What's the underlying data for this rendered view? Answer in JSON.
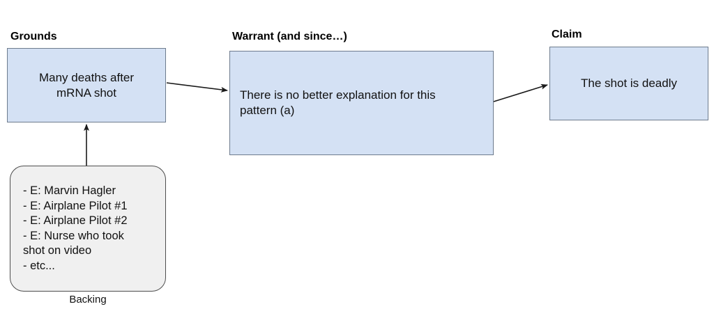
{
  "diagram": {
    "title_model": "Toulmin argument model",
    "background_color": "#ffffff",
    "node_fill_blue": "#d4e1f4",
    "node_fill_gray": "#f0f0f0",
    "node_stroke": "#6d7b8d",
    "edge_color": "#1a1a1a"
  },
  "nodes": {
    "grounds": {
      "label": "Grounds",
      "text": "Many deaths after\nmRNA shot"
    },
    "warrant": {
      "label": "Warrant (and since…)",
      "text": "There is no better explanation for this\npattern (a)"
    },
    "claim": {
      "label": "Claim",
      "text": "The shot is deadly"
    },
    "backing": {
      "caption": "Backing",
      "text": "- E: Marvin Hagler\n- E: Airplane Pilot #1\n- E: Airplane Pilot #2\n- E: Nurse who took\nshot on video\n- etc..."
    }
  },
  "edges": [
    {
      "name": "grounds-to-warrant",
      "from": "grounds",
      "to": "warrant",
      "arrow": "end"
    },
    {
      "name": "warrant-to-claim",
      "from": "warrant",
      "to": "claim",
      "arrow": "end"
    },
    {
      "name": "backing-to-grounds",
      "from": "backing",
      "to": "grounds",
      "arrow": "end"
    }
  ]
}
